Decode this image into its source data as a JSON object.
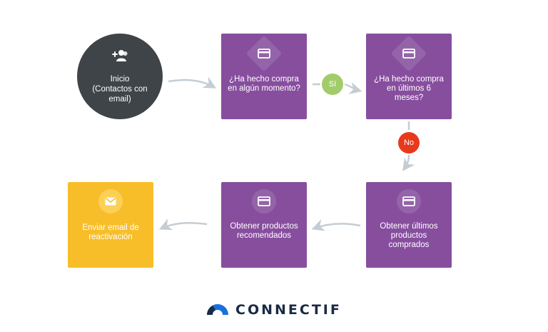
{
  "start_node": {
    "label_lines": [
      "Inicio",
      "(Contactos con",
      "email)"
    ],
    "icon": "add-contacts-icon"
  },
  "decision_1": {
    "label": "¿Ha hecho compra en algún momento?",
    "icon": "credit-card-icon"
  },
  "decision_2": {
    "label": "¿Ha hecho compra en últimos 6 meses?",
    "icon": "credit-card-icon"
  },
  "action_last_products": {
    "label": "Obtener últimos productos comprados",
    "icon": "credit-card-icon"
  },
  "action_recommended": {
    "label": "Obtener productos recomendados",
    "icon": "credit-card-icon"
  },
  "action_email": {
    "label": "Enviar email de reactivación",
    "icon": "envelope-icon"
  },
  "yes_label": "Sí",
  "no_label": "No",
  "brand": {
    "name": "CONNECTIF",
    "color": "#1a2a44",
    "accent": "#1a6fe0"
  },
  "colors": {
    "start": "#3f4449",
    "purple": "#874e9e",
    "yellow": "#f8be2a",
    "yes": "#a2cc6a",
    "no": "#e8391d",
    "arrow": "#c4cdd3"
  }
}
